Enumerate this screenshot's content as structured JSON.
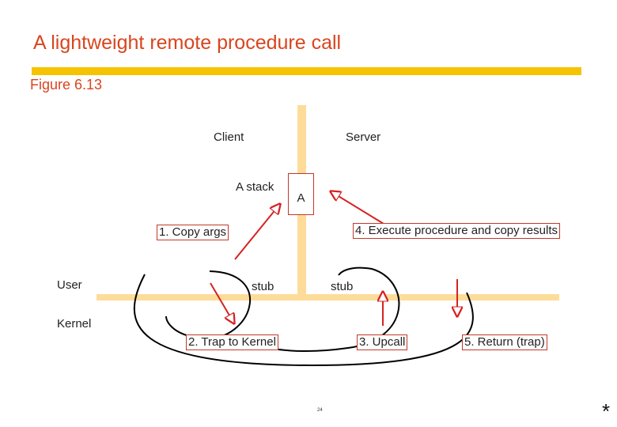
{
  "title": "A lightweight remote procedure call",
  "figure": "Figure 6.13",
  "labels": {
    "client": "Client",
    "server": "Server",
    "a_stack": "A stack",
    "a_box": "A",
    "user": "User",
    "kernel": "Kernel",
    "stub_left": "stub",
    "stub_right": "stub"
  },
  "steps": {
    "copy_args": "1. Copy args",
    "trap_to_kernel": "2. Trap to Kernel",
    "upcall": "3. Upcall",
    "execute": "4. Execute procedure and copy results",
    "return_trap": "5. Return (trap)"
  },
  "page_number": "24",
  "star": "*",
  "colors": {
    "title": "#d9451f",
    "underline": "#f5c300",
    "boundary": "#fddc9a",
    "arrow": "#d62222"
  }
}
